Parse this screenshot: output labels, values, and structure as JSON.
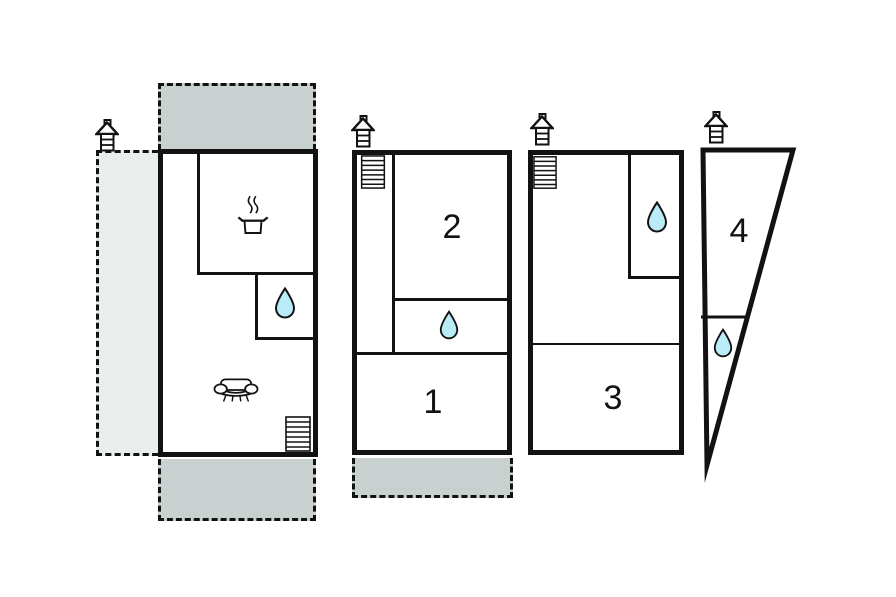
{
  "colors": {
    "wall": "#121212",
    "terrace_fill": "#c9d1d0",
    "patio_fill": "#e9edec",
    "water_fill": "#b9ecf7",
    "paper": "#ffffff"
  },
  "labels": {
    "room1": "1",
    "room2": "2",
    "room3": "3",
    "room4": "4"
  },
  "icons": {
    "chimney": "chimney-icon",
    "water_drop": "water-drop-icon",
    "cooking_pot": "cooking-pot-icon",
    "sofa": "sofa-icon",
    "stairs": "stairs-icon"
  }
}
